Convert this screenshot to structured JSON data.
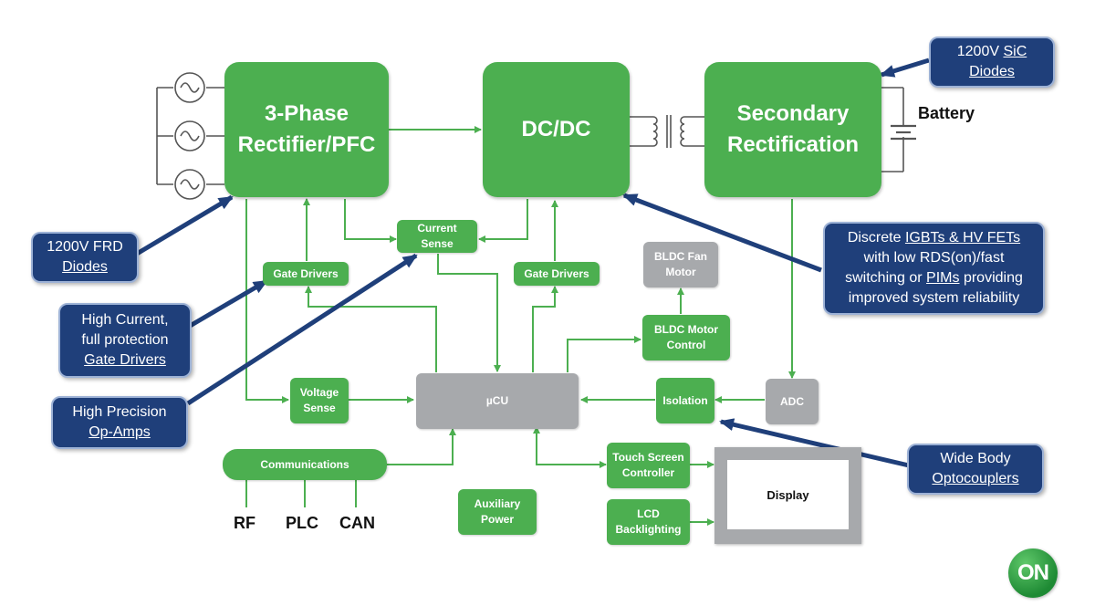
{
  "colors": {
    "green": "#4caf50",
    "line": "#4caf50",
    "navy": "#1f3f7a",
    "gray": "#a7a9ac"
  },
  "blocks": {
    "rectifier": [
      "3-Phase",
      "Rectifier/PFC"
    ],
    "dcdc": "DC/DC",
    "secondary": [
      "Secondary",
      "Rectification"
    ],
    "current_sense": [
      "Current",
      "Sense"
    ],
    "gate_drivers_left": "Gate Drivers",
    "gate_drivers_right": "Gate Drivers",
    "bldc_fan": [
      "BLDC Fan",
      "Motor"
    ],
    "bldc_control": [
      "BLDC Motor",
      "Control"
    ],
    "voltage_sense": [
      "Voltage",
      "Sense"
    ],
    "mcu": "µCU",
    "isolation": "Isolation",
    "adc": "ADC",
    "communications": "Communications",
    "touch_screen": [
      "Touch Screen",
      "Controller"
    ],
    "aux_power": [
      "Auxiliary",
      "Power"
    ],
    "lcd": [
      "LCD",
      "Backlighting"
    ],
    "display": "Display"
  },
  "labels": {
    "battery": "Battery",
    "rf": "RF",
    "plc": "PLC",
    "can": "CAN"
  },
  "callouts": {
    "sic": {
      "line1": "1200V ",
      "line1u": "SiC",
      "line2u": "Diodes"
    },
    "frd": {
      "line1": "1200V FRD",
      "line2u": "Diodes"
    },
    "igbt": {
      "line1a": "Discrete ",
      "line1u": "IGBTs & HV FETs",
      "line2": "with low RDS(on)/fast",
      "line3a": "switching or ",
      "line3u": "PIMs",
      "line3b": " providing",
      "line4": "improved system reliability"
    },
    "gate": {
      "line1": "High Current,",
      "line2": "full protection",
      "line3u": "Gate Drivers"
    },
    "opamp": {
      "line1": "High Precision",
      "line2u": "Op-Amps"
    },
    "opto": {
      "line1": "Wide Body",
      "line2u": "Optocouplers"
    }
  },
  "logo": "ON"
}
